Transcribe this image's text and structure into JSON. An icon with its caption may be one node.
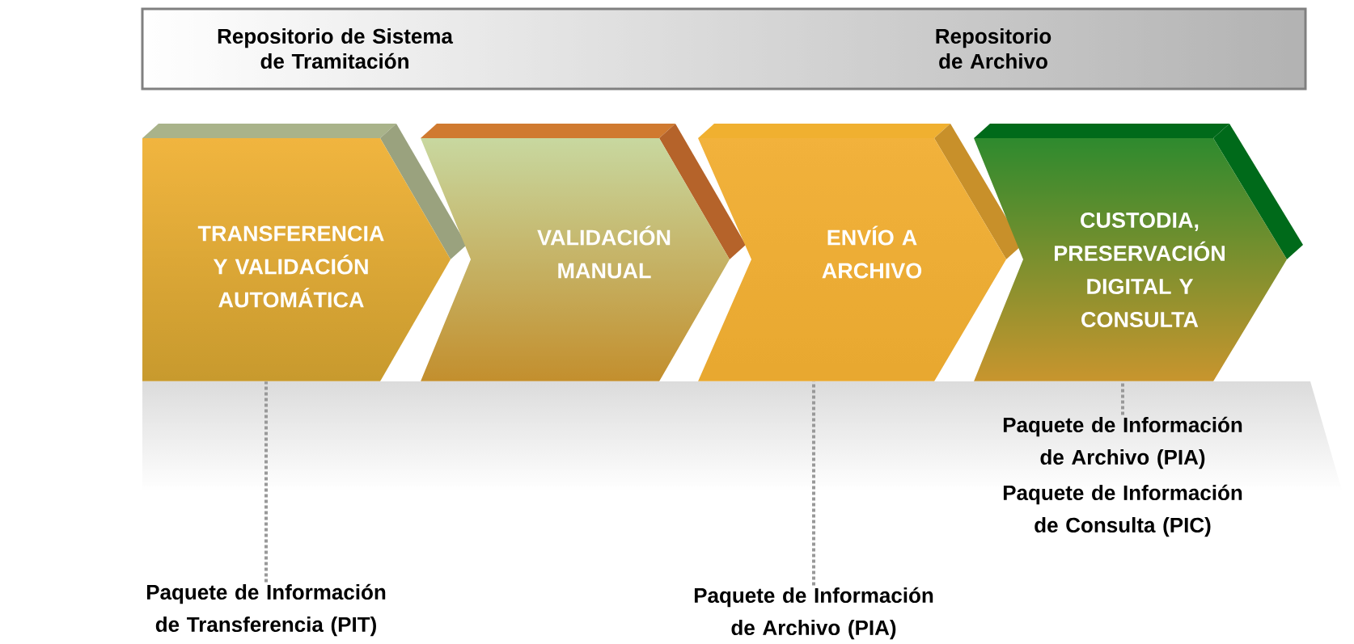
{
  "diagram": {
    "nodes": [
      {
        "text": [
          "Repositorio de Sistema de Tramitación",
          "Repositorio de Archivo"
        ]
      },
      {
        "text": [
          "TRANSFERENCIA Y VALIDACIÓN AUTOMÁTICA"
        ]
      },
      {
        "text": [
          "VALIDACIÓN MANUAL"
        ]
      },
      {
        "text": [
          "ENVÍO A ARCHIVO"
        ]
      },
      {
        "text": [
          "CUSTODIA, PRESERVACIÓN DIGITAL Y CONSULTA"
        ]
      },
      {
        "text": [
          "Paquete de Información de Transferencia (PIT)"
        ]
      },
      {
        "text": [
          "Paquete de Información de Archivo (PIA)"
        ]
      },
      {
        "text": [
          "Paquete de Información de Archivo (PIA)",
          "Paquete de Información de Consulta (PIC)"
        ]
      }
    ],
    "edges": [
      {
        "from": 5,
        "to": 1,
        "arrow": "none",
        "style": "dashed"
      },
      {
        "from": 6,
        "to": 3,
        "arrow": "none",
        "style": "dashed"
      },
      {
        "from": 7,
        "to": 4,
        "arrow": "none",
        "style": "dashed"
      }
    ]
  }
}
